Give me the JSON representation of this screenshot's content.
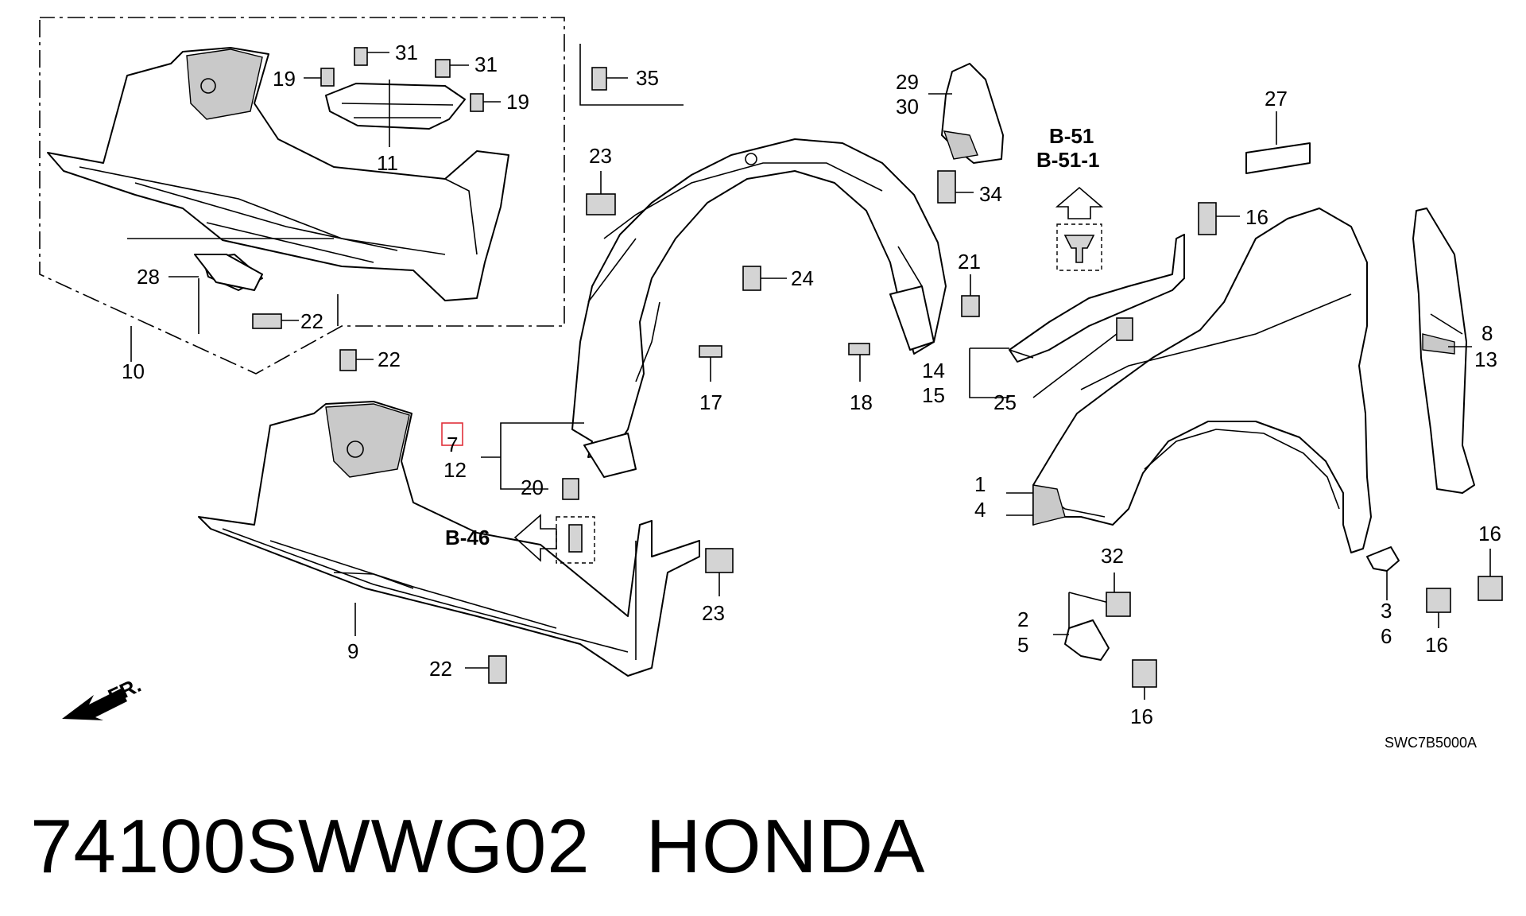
{
  "labels": {
    "l1": "1",
    "l2": "2",
    "l3": "3",
    "l4": "4",
    "l5": "5",
    "l6": "6",
    "l7": "7",
    "l8": "8",
    "l9": "9",
    "l10": "10",
    "l11": "11",
    "l12": "12",
    "l13": "13",
    "l14": "14",
    "l15": "15",
    "l16": "16",
    "l17": "17",
    "l18": "18",
    "l19": "19",
    "l20": "20",
    "l21": "21",
    "l22": "22",
    "l23": "23",
    "l24": "24",
    "l25": "25",
    "l27": "27",
    "l28": "28",
    "l29": "29",
    "l30": "30",
    "l31": "31",
    "l32": "32",
    "l34": "34",
    "l35": "35"
  },
  "references": {
    "b51": "B-51",
    "b51_1": "B-51-1",
    "b46": "B-46"
  },
  "fr_marker": "FR.",
  "diagram_code": "SWC7B5000A",
  "part_number": "74100SWWG02",
  "brand": "HONDA",
  "colors": {
    "highlight": "#e0303a",
    "line": "#000000"
  }
}
